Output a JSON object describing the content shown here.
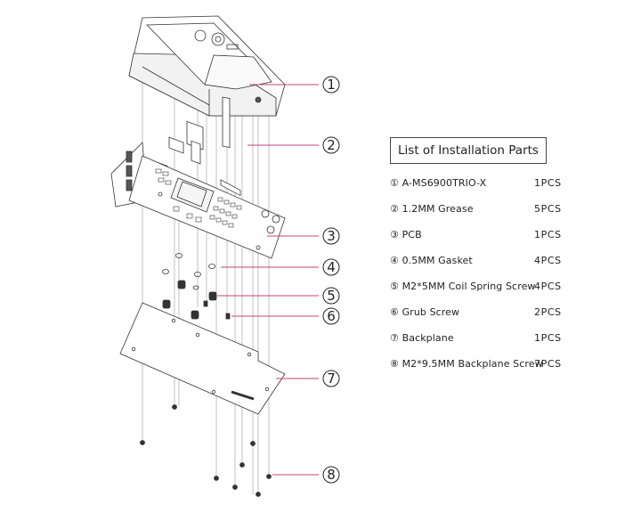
{
  "callouts": [
    {
      "number": "1",
      "accent": "#c8407e"
    },
    {
      "number": "2",
      "accent": "#c8407e"
    },
    {
      "number": "3",
      "accent": "#c8407e"
    },
    {
      "number": "4",
      "accent": "#c8407e"
    },
    {
      "number": "5",
      "accent": "#c8407e"
    },
    {
      "number": "6",
      "accent": "#c8407e"
    },
    {
      "number": "7",
      "accent": "#c8407e"
    },
    {
      "number": "8",
      "accent": "#c8407e"
    }
  ],
  "parts_list": {
    "title": "List of Installation Parts",
    "items": [
      {
        "marker": "①",
        "name": "A-MS6900TRIO-X",
        "qty": "1PCS"
      },
      {
        "marker": "②",
        "name": "1.2MM Grease",
        "qty": "5PCS"
      },
      {
        "marker": "③",
        "name": "PCB",
        "qty": "1PCS"
      },
      {
        "marker": "④",
        "name": "0.5MM Gasket",
        "qty": "4PCS"
      },
      {
        "marker": "⑤",
        "name": "M2*5MM Coil Spring Screw",
        "qty": "4PCS"
      },
      {
        "marker": "⑥",
        "name": "Grub Screw",
        "qty": "2PCS"
      },
      {
        "marker": "⑦",
        "name": "Backplane",
        "qty": "1PCS"
      },
      {
        "marker": "⑧",
        "name": "M2*9.5MM Backplane Screw",
        "qty": "7PCS"
      }
    ]
  }
}
